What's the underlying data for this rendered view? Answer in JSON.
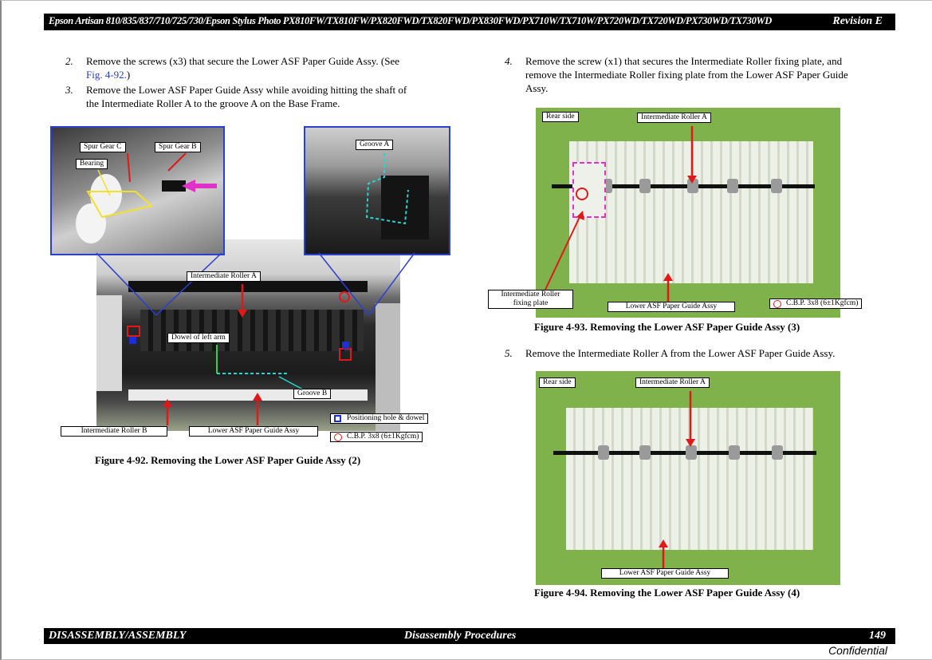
{
  "header": {
    "title": "Epson Artisan 810/835/837/710/725/730/Epson Stylus Photo PX810FW/TX810FW/PX820FWD/TX820FWD/PX830FWD/PX710W/TX710W/PX720WD/TX720WD/PX730WD/TX730WD",
    "revision": "Revision E"
  },
  "steps": {
    "s2": {
      "num": "2.",
      "text_a": "Remove the screws (x3) that secure the Lower ASF Paper Guide Assy. (See",
      "link": "Fig. 4-92.",
      "text_b": ")"
    },
    "s3": {
      "num": "3.",
      "line1": "Remove the Lower ASF Paper Guide Assy while avoiding hitting the shaft of",
      "line2": "the Intermediate Roller A to the groove A on the Base Frame."
    },
    "s4": {
      "num": "4.",
      "line1": "Remove the screw (x1) that secures the Intermediate Roller fixing plate, and",
      "line2": "remove the Intermediate Roller fixing plate from the Lower ASF Paper Guide",
      "line3": "Assy."
    },
    "s5": {
      "num": "5.",
      "text": "Remove the Intermediate Roller A from the Lower ASF Paper Guide Assy."
    }
  },
  "fig92": {
    "caption": "Figure 4-92.  Removing the Lower ASF Paper Guide Assy (2)",
    "labels": {
      "spur_gear_c": "Spur Gear C",
      "spur_gear_b": "Spur Gear B",
      "bearing": "Bearing",
      "groove_a": "Groove A",
      "intermediate_roller_a": "Intermediate Roller A",
      "dowel_left_arm": "Dowel of left arm",
      "groove_b": "Groove B",
      "intermediate_roller_b": "Intermediate Roller B",
      "lower_asf": "Lower ASF Paper Guide Assy",
      "positioning": "Positioning hole & dowel",
      "cbp": "C.B.P. 3x8 (6±1Kgfcm)"
    }
  },
  "fig93": {
    "caption": "Figure 4-93.  Removing the Lower ASF Paper Guide Assy (3)",
    "labels": {
      "rear_side": "Rear side",
      "intermediate_roller_a": "Intermediate Roller A",
      "fixing_plate": "Intermediate Roller fixing plate",
      "lower_asf": "Lower ASF Paper Guide Assy",
      "cbp": "C.B.P. 3x8 (6±1Kgfcm)"
    }
  },
  "fig94": {
    "caption": "Figure 4-94.  Removing the Lower ASF Paper Guide Assy (4)",
    "labels": {
      "rear_side": "Rear side",
      "intermediate_roller_a": "Intermediate Roller A",
      "lower_asf": "Lower ASF Paper Guide Assy"
    }
  },
  "footer": {
    "left": "DISASSEMBLY/ASSEMBLY",
    "center": "Disassembly Procedures",
    "page": "149",
    "confidential": "Confidential"
  },
  "colors": {
    "header_bg": "#000000",
    "link": "#2a3eb8",
    "arrow": "#e01818",
    "photo_green": "#7fb24a",
    "callout_border": "#2b3fd1",
    "positioning_marker": "#1a2fd6",
    "screw_marker": "#e01818"
  }
}
